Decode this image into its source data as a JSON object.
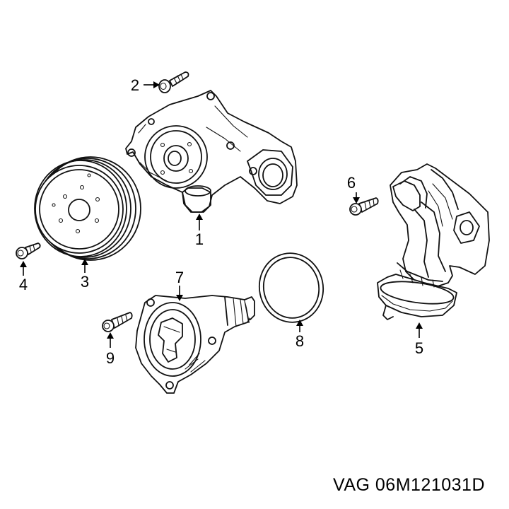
{
  "callouts": [
    {
      "id": "1",
      "label": "1"
    },
    {
      "id": "2",
      "label": "2"
    },
    {
      "id": "3",
      "label": "3"
    },
    {
      "id": "4",
      "label": "4"
    },
    {
      "id": "5",
      "label": "5"
    },
    {
      "id": "6",
      "label": "6"
    },
    {
      "id": "7",
      "label": "7"
    },
    {
      "id": "8",
      "label": "8"
    },
    {
      "id": "9",
      "label": "9"
    }
  ],
  "part_number": "VAG 06M121031D"
}
